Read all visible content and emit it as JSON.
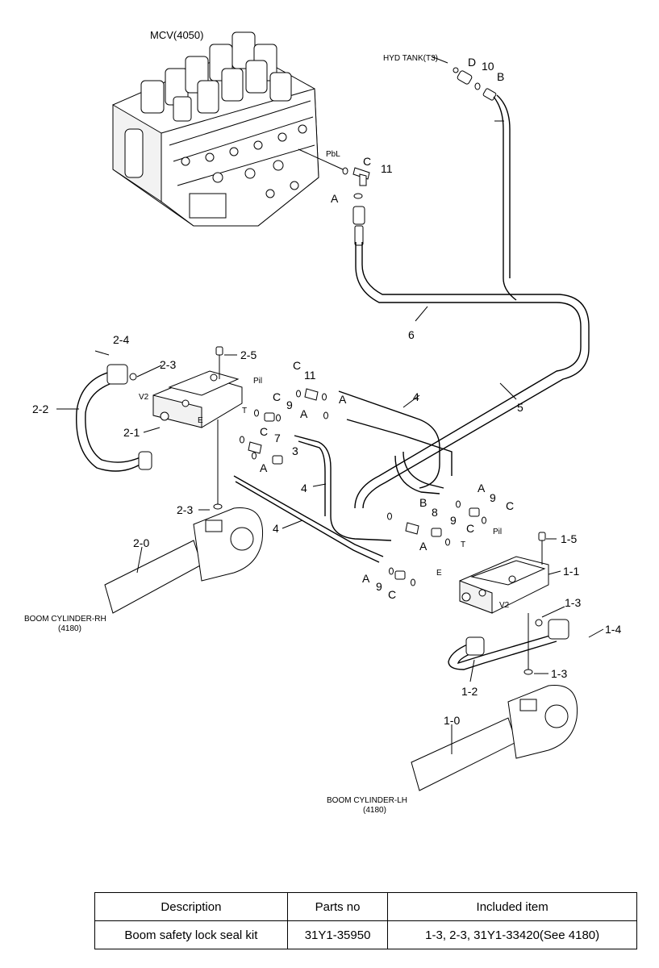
{
  "labels": {
    "mcv": "MCV(4050)",
    "hyd_tank": "HYD TANK(T3)",
    "boom_rh": "BOOM CYLINDER-RH",
    "boom_rh_ref": "(4180)",
    "boom_lh": "BOOM CYLINDER-LH",
    "boom_lh_ref": "(4180)",
    "pbl": "PbL",
    "pil": "Pil",
    "v2": "V2",
    "t": "T",
    "e": "E"
  },
  "callouts": {
    "c1_0": "1-0",
    "c1_1": "1-1",
    "c1_2": "1-2",
    "c1_3": "1-3",
    "c1_4": "1-4",
    "c1_5": "1-5",
    "c2_0": "2-0",
    "c2_1": "2-1",
    "c2_2": "2-2",
    "c2_3": "2-3",
    "c2_4": "2-4",
    "c2_5": "2-5",
    "n3": "3",
    "n4": "4",
    "n5": "5",
    "n6": "6",
    "n7": "7",
    "n8": "8",
    "n9": "9",
    "n10": "10",
    "n11": "11",
    "a": "A",
    "b": "B",
    "c": "C",
    "d": "D"
  },
  "table": {
    "headers": [
      "Description",
      "Parts no",
      "Included item"
    ],
    "rows": [
      [
        "Boom safety lock seal kit",
        "31Y1-35950",
        "1-3, 2-3, 31Y1-33420(See 4180)"
      ]
    ]
  }
}
